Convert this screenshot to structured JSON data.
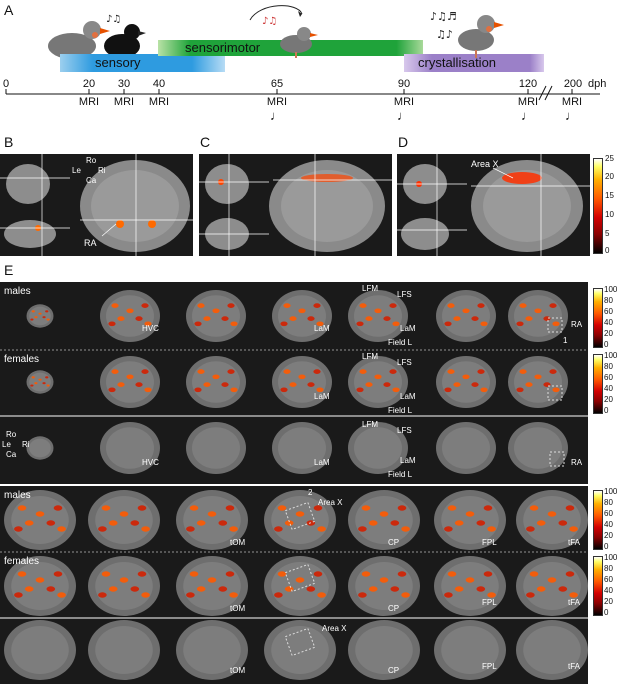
{
  "panel_labels": {
    "a": "A",
    "b": "B",
    "c": "C",
    "d": "D",
    "e": "E"
  },
  "timeline": {
    "phases": {
      "sensory": "sensory",
      "sensorimotor": "sensorimotor",
      "crystallisation": "crystallisation"
    },
    "ticks": [
      "0",
      "20",
      "30",
      "40",
      "65",
      "90",
      "120",
      "200"
    ],
    "unit": "dph",
    "mri": "MRI"
  },
  "colorbar_top": [
    "25",
    "20",
    "15",
    "10",
    "5",
    "0"
  ],
  "colorbar_e": [
    "100",
    "80",
    "60",
    "40",
    "20",
    "0"
  ],
  "orientation": {
    "ro": "Ro",
    "le": "Le",
    "ri": "Ri",
    "ca": "Ca"
  },
  "labels": {
    "ra": "RA",
    "area_x": "Area X",
    "males": "males",
    "females": "females",
    "hvc": "HVC",
    "lam": "LaM",
    "lfm": "LFM",
    "lfs": "LFS",
    "field_l": "Field L",
    "tom": "tOM",
    "cp": "CP",
    "fpl": "FPL",
    "tfa": "tFA",
    "box1": "1",
    "box2": "2"
  }
}
